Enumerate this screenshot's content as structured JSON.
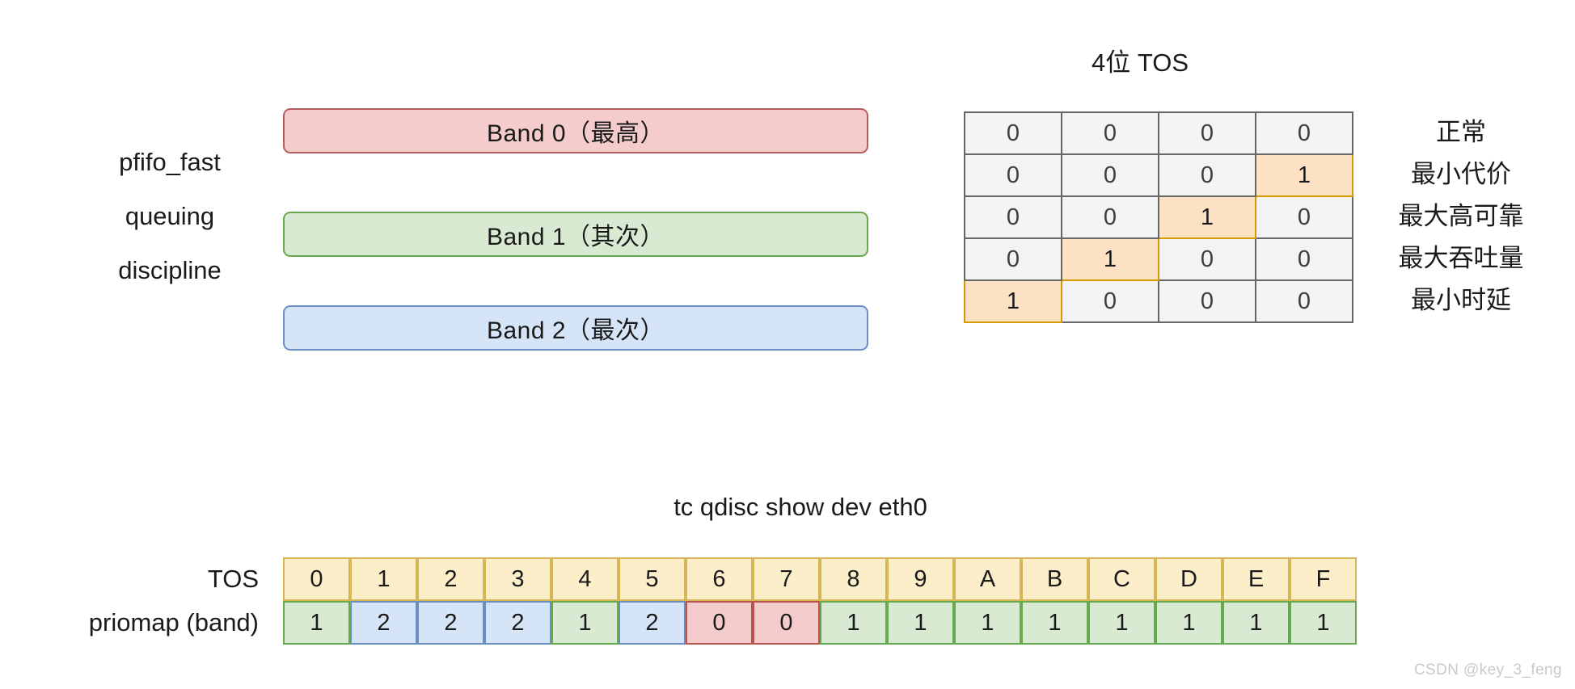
{
  "qdisc": {
    "label_lines": [
      "pfifo_fast",
      "queuing",
      "discipline"
    ],
    "bands": [
      {
        "label": "Band 0（最高）",
        "fill": "#f4cccc",
        "stroke": "#b45f5f"
      },
      {
        "label": "Band 1（其次）",
        "fill": "#d9ead3",
        "stroke": "#6aa84f"
      },
      {
        "label": "Band 2（最次）",
        "fill": "#d6e4f7",
        "stroke": "#6d90c4"
      }
    ]
  },
  "tos_table": {
    "title": "4位 TOS",
    "highlight_fill": "#fce1c4",
    "highlight_stroke": "#d79b00",
    "cell_fill": "#f3f3f3",
    "cell_stroke": "#666666",
    "rows": [
      {
        "bits": [
          "0",
          "0",
          "0",
          "0"
        ],
        "highlight": -1,
        "meaning": "正常"
      },
      {
        "bits": [
          "0",
          "0",
          "0",
          "1"
        ],
        "highlight": 3,
        "meaning": "最小代价"
      },
      {
        "bits": [
          "0",
          "0",
          "1",
          "0"
        ],
        "highlight": 2,
        "meaning": "最大高可靠"
      },
      {
        "bits": [
          "0",
          "1",
          "0",
          "0"
        ],
        "highlight": 1,
        "meaning": "最大吞吐量"
      },
      {
        "bits": [
          "1",
          "0",
          "0",
          "0"
        ],
        "highlight": 0,
        "meaning": "最小时延"
      }
    ]
  },
  "priomap": {
    "title": "tc qdisc show dev eth0",
    "row_labels": [
      "TOS",
      "priomap (band)"
    ],
    "tos_values": [
      "0",
      "1",
      "2",
      "3",
      "4",
      "5",
      "6",
      "7",
      "8",
      "9",
      "A",
      "B",
      "C",
      "D",
      "E",
      "F"
    ],
    "band_values": [
      "1",
      "2",
      "2",
      "2",
      "1",
      "2",
      "0",
      "0",
      "1",
      "1",
      "1",
      "1",
      "1",
      "1",
      "1",
      "1"
    ],
    "band_colors": {
      "0": {
        "fill": "#f4cccc",
        "stroke": "#b85450"
      },
      "1": {
        "fill": "#d9ead3",
        "stroke": "#6aa84f"
      },
      "2": {
        "fill": "#d6e4f7",
        "stroke": "#6c8ebf"
      }
    },
    "tos_cell_fill": "#fdeeca",
    "tos_cell_stroke": "#d6b656"
  },
  "watermark": "CSDN @key_3_feng"
}
